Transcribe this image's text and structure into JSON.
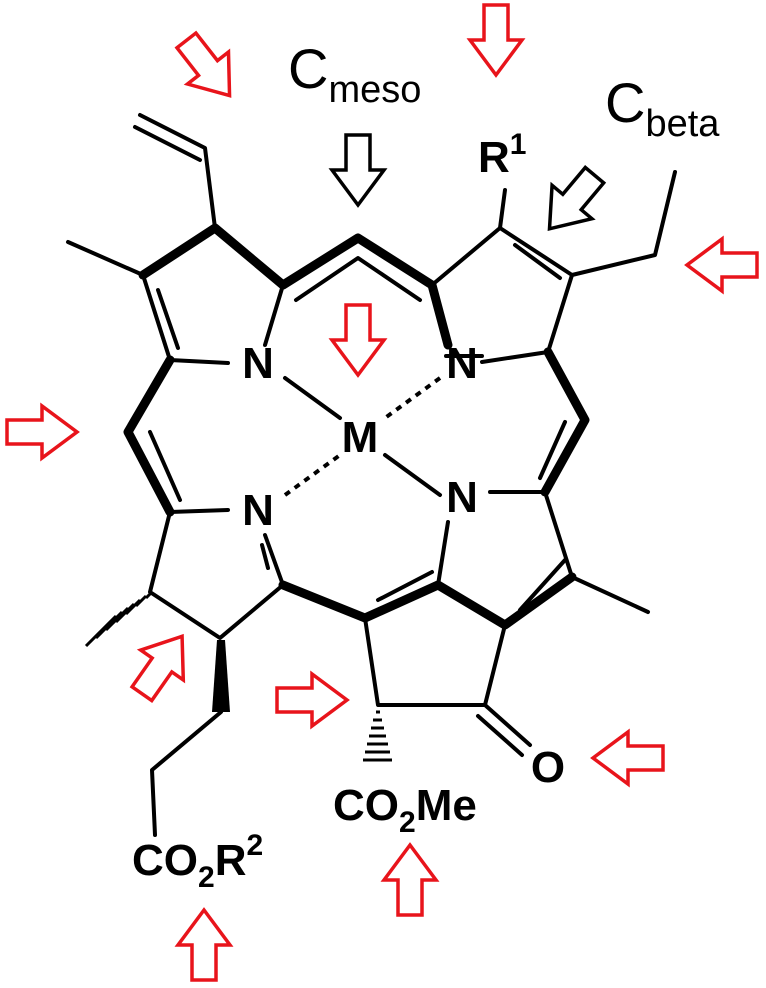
{
  "labels": {
    "c_meso": {
      "main": "C",
      "sub": "meso"
    },
    "c_beta": {
      "main": "C",
      "sub": "beta"
    }
  },
  "atoms": {
    "n_top_left": "N",
    "n_top_right": "N",
    "n_bottom_left": "N",
    "n_bottom_right": "N",
    "metal": "M",
    "r1": {
      "main": "R",
      "sup": "1"
    },
    "ketone_o": "O",
    "ester_ring": {
      "a": "CO",
      "sub": "2",
      "b": "Me"
    },
    "ester_chain": {
      "a": "CO",
      "sub": "2",
      "b": "R",
      "sup": "2"
    }
  },
  "colors": {
    "indicator_red": "#e8141b",
    "indicator_black": "#000000",
    "bond": "#000000",
    "background": "#ffffff"
  },
  "icons": {
    "indicator_arrow": "open-block-arrow-icon"
  }
}
